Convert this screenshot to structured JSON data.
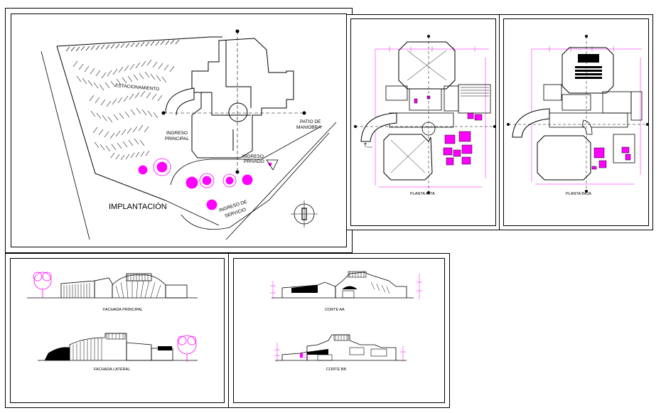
{
  "implantacion": {
    "title": "IMPLANTACIÓN",
    "labels": {
      "parking": "ESTACIONAMIENTO",
      "main_entry_1": "INGRESO",
      "main_entry_2": "PRINCIPAL",
      "private_entry_1": "INGRESO",
      "private_entry_2": "PRIVADO",
      "service_entry_1": "INGRESO DE",
      "service_entry_2": "SERVICIO",
      "patio_1": "PATIO DE",
      "patio_2": "MANIOBRA"
    }
  },
  "plans": {
    "upper": "PLANTA ALTA",
    "ground": "PLANTA BAJA"
  },
  "elevations": {
    "main": "FACHADA PRINCIPAL",
    "side": "FACHADA LATERAL"
  },
  "sections": {
    "aa": "CORTE AA",
    "bb": "CORTE BB"
  },
  "colors": {
    "line": "#000000",
    "accent": "#ff00ff"
  }
}
